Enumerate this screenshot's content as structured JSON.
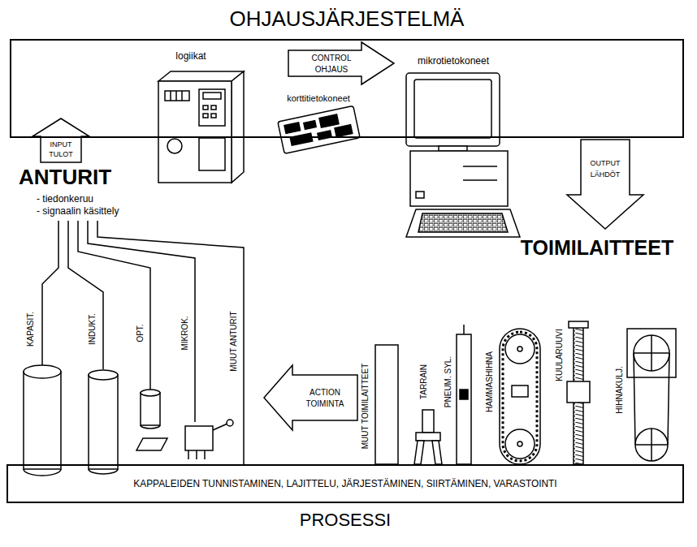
{
  "diagram": {
    "nodes": [
      {
        "text": [
          "OHJAUSJÄRJESTELMÄ"
        ]
      },
      {
        "text": [
          "KAPPALEIDEN TUNNISTAMINEN, LAJITTELU, JÄRJESTÄMINEN, SIIRTÄMINEN, VARASTOINTI",
          "PROSESSI"
        ]
      }
    ],
    "labels": [
      "logiikat",
      "CONTROL",
      "OHJAUS",
      "korttitietokoneet",
      "mikrotietokoneet",
      "INPUT",
      "TULOT",
      "ANTURIT",
      "- tiedonkeruu",
      "- signaalin käsittely",
      "OUTPUT",
      "LÄHDÖT",
      "TOIMILAITTEET",
      "KAPASIT.",
      "INDUKT.",
      "OPT.",
      "MIKROK.",
      "MUUT ANTURIT",
      "ACTION",
      "TOIMINTA",
      "MUUT TOIMILAITTEET",
      "TARRAIN",
      "PNEUM. SYL.",
      "HAMMASHIHNA",
      "KUULARUUVI",
      "HIHNAKULJ."
    ]
  }
}
